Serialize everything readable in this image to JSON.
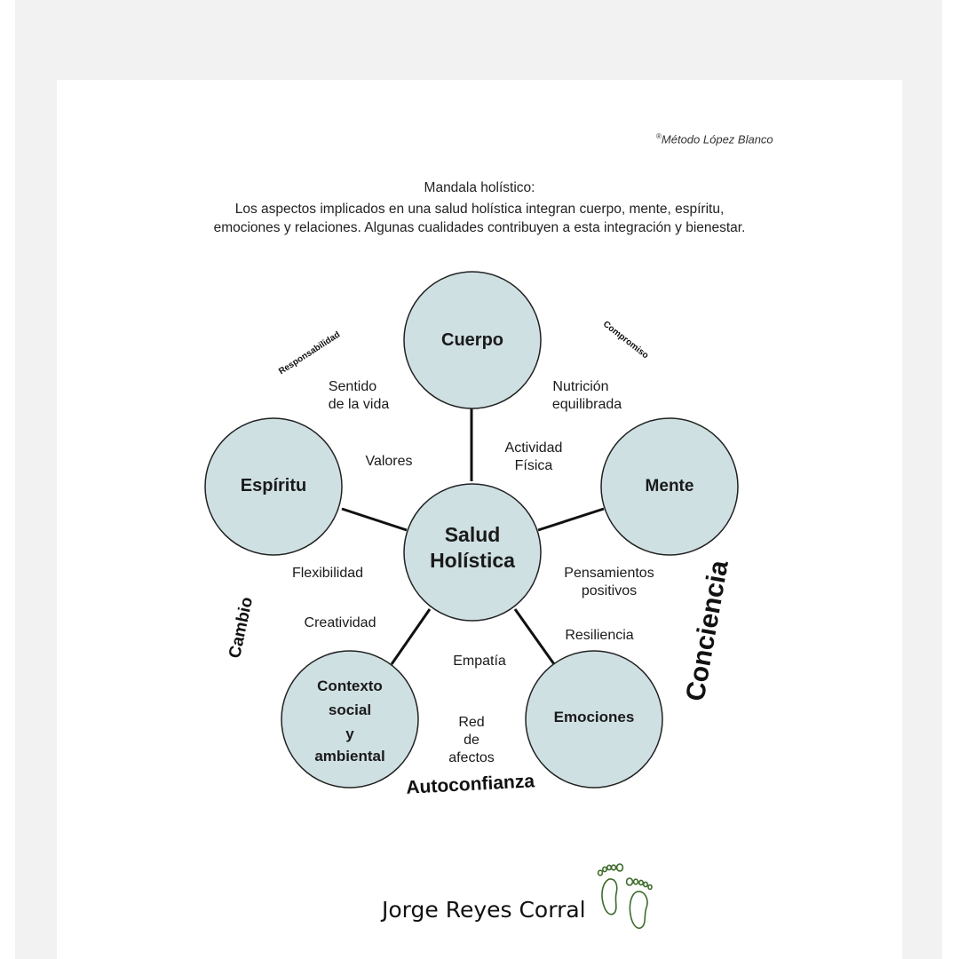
{
  "header": {
    "copyright_mark": "®",
    "copyright_text": "Método López Blanco"
  },
  "intro": {
    "title": "Mandala holístico:",
    "line1": "Los aspectos implicados en una salud holística integran cuerpo, mente, espíritu,",
    "line2": "emociones y relaciones. Algunas cualidades contribuyen a esta integración y bienestar."
  },
  "diagram": {
    "center": [
      "Salud",
      "Holística"
    ],
    "nodes": {
      "cuerpo": [
        "Cuerpo"
      ],
      "mente": [
        "Mente"
      ],
      "espiritu": [
        "Espíritu"
      ],
      "emociones": [
        "Emociones"
      ],
      "contexto": [
        "Contexto",
        "social",
        "y",
        "ambiental"
      ]
    },
    "qualities": {
      "sentido": [
        "Sentido",
        "de la vida"
      ],
      "nutricion": [
        "Nutrición",
        "equilibrada"
      ],
      "actividad": [
        "Actividad",
        "Física"
      ],
      "valores": [
        "Valores"
      ],
      "flexibilidad": [
        "Flexibilidad"
      ],
      "pensamientos": [
        "Pensamientos",
        "positivos"
      ],
      "creatividad": [
        "Creatividad"
      ],
      "resiliencia": [
        "Resiliencia"
      ],
      "empatia": [
        "Empatía"
      ],
      "red": [
        "Red",
        "de",
        "afectos"
      ]
    },
    "outer_words": {
      "responsabilidad": "Responsabilidad",
      "compromiso": "Compromiso",
      "conciencia": "Conciencia",
      "cambio": "Cambio",
      "autoconfianza": "Autoconfianza"
    },
    "colors": {
      "circle_fill": "#cfe0e3",
      "circle_stroke": "#222222"
    }
  },
  "footer": {
    "author": "Jorge Reyes Corral",
    "logo_icon": "footprints-icon",
    "logo_color": "#3d6b2a"
  }
}
